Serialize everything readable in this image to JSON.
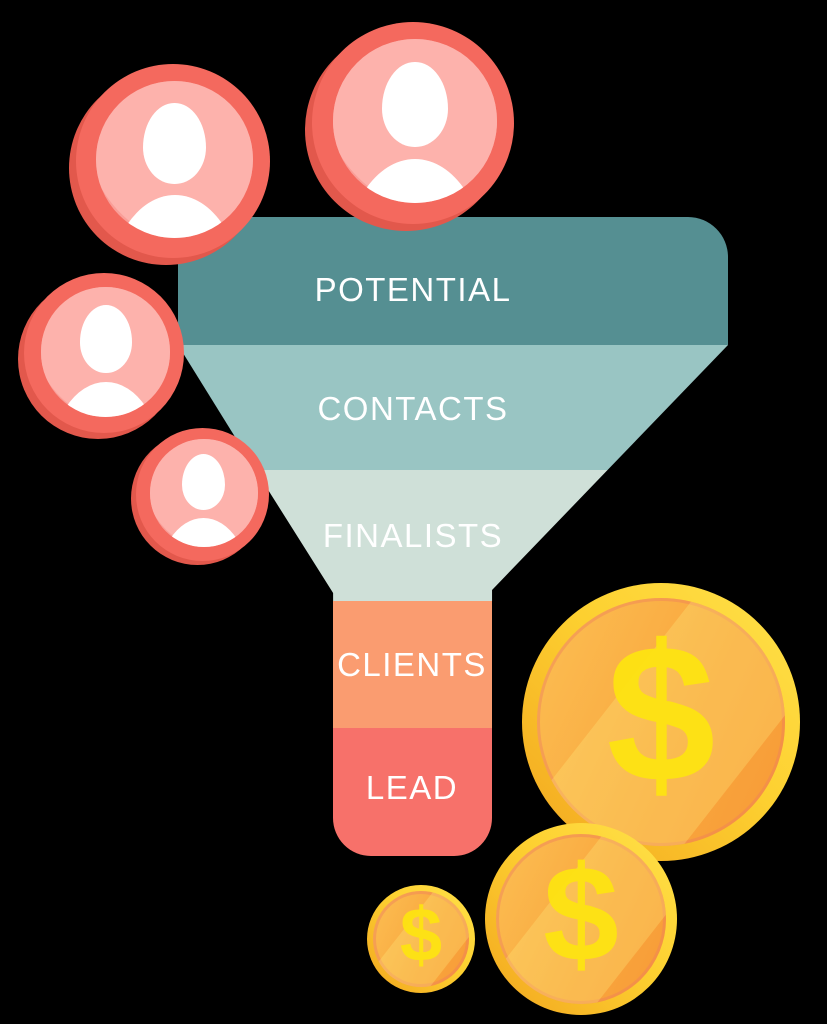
{
  "canvas": {
    "background_color": "#000000"
  },
  "funnel": {
    "type": "funnel-diagram",
    "label_color": "#ffffff",
    "stages": [
      {
        "label": "POTENTIAL",
        "color": "#558f92"
      },
      {
        "label": "CONTACTS",
        "color": "#99c5c3"
      },
      {
        "label": "FINALISTS",
        "color": "#cfe0d8"
      },
      {
        "label": "CLIENTS",
        "color": "#fa9c70"
      },
      {
        "label": "LEAD",
        "color": "#f7716a"
      }
    ]
  },
  "avatars": {
    "count": 4,
    "ring_color": "#f4695e",
    "shadow_color": "#e2584c",
    "face_color": "#f99e98",
    "face_highlight_color": "#fdb2ac",
    "figure_color": "#ffffff"
  },
  "coins": {
    "count": 3,
    "currency_symbol": "$",
    "rim_color": "#fdd030",
    "inner_color": "#f8a23b",
    "symbol_color": "#fde312"
  }
}
